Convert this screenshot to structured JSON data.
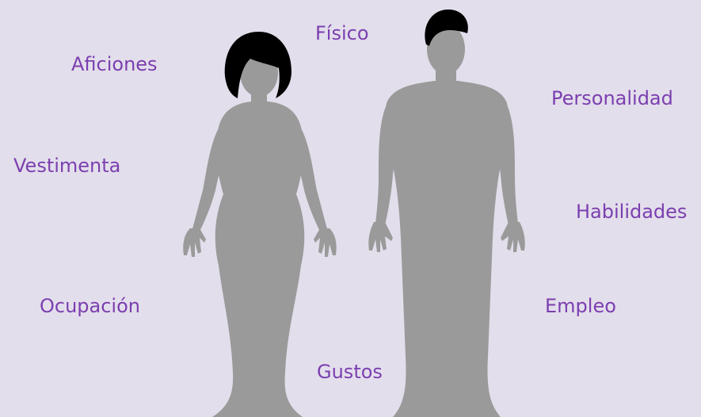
{
  "colors": {
    "background": "#e3deeb",
    "label": "#7b3fb0",
    "silhouette": "#9a9a9a",
    "hair": "#000000"
  },
  "labels": {
    "fisico": "Físico",
    "aficiones": "Aficiones",
    "personalidad": "Personalidad",
    "vestimenta": "Vestimenta",
    "habilidades": "Habilidades",
    "ocupacion": "Ocupación",
    "empleo": "Empleo",
    "gustos": "Gustos"
  }
}
